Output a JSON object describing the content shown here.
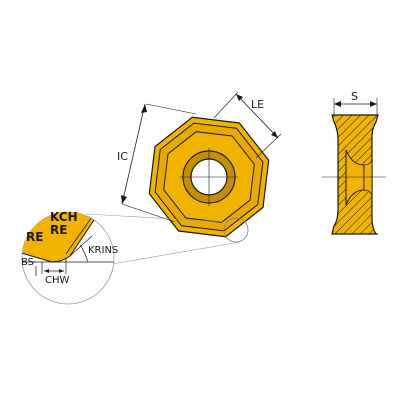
{
  "colors": {
    "insert_fill": "#f0b400",
    "insert_dark": "#c48f00",
    "outline": "#1a1a1a",
    "hatch": "#1a1a1a",
    "leader": "#9a9a9a"
  },
  "labels": {
    "le": "LE",
    "ic": "IC",
    "s": "S",
    "kch": "KCH",
    "re_outer": "RE",
    "re_inner": "RE",
    "krins": "KRINS",
    "bs": "BS",
    "chw": "CHW"
  }
}
